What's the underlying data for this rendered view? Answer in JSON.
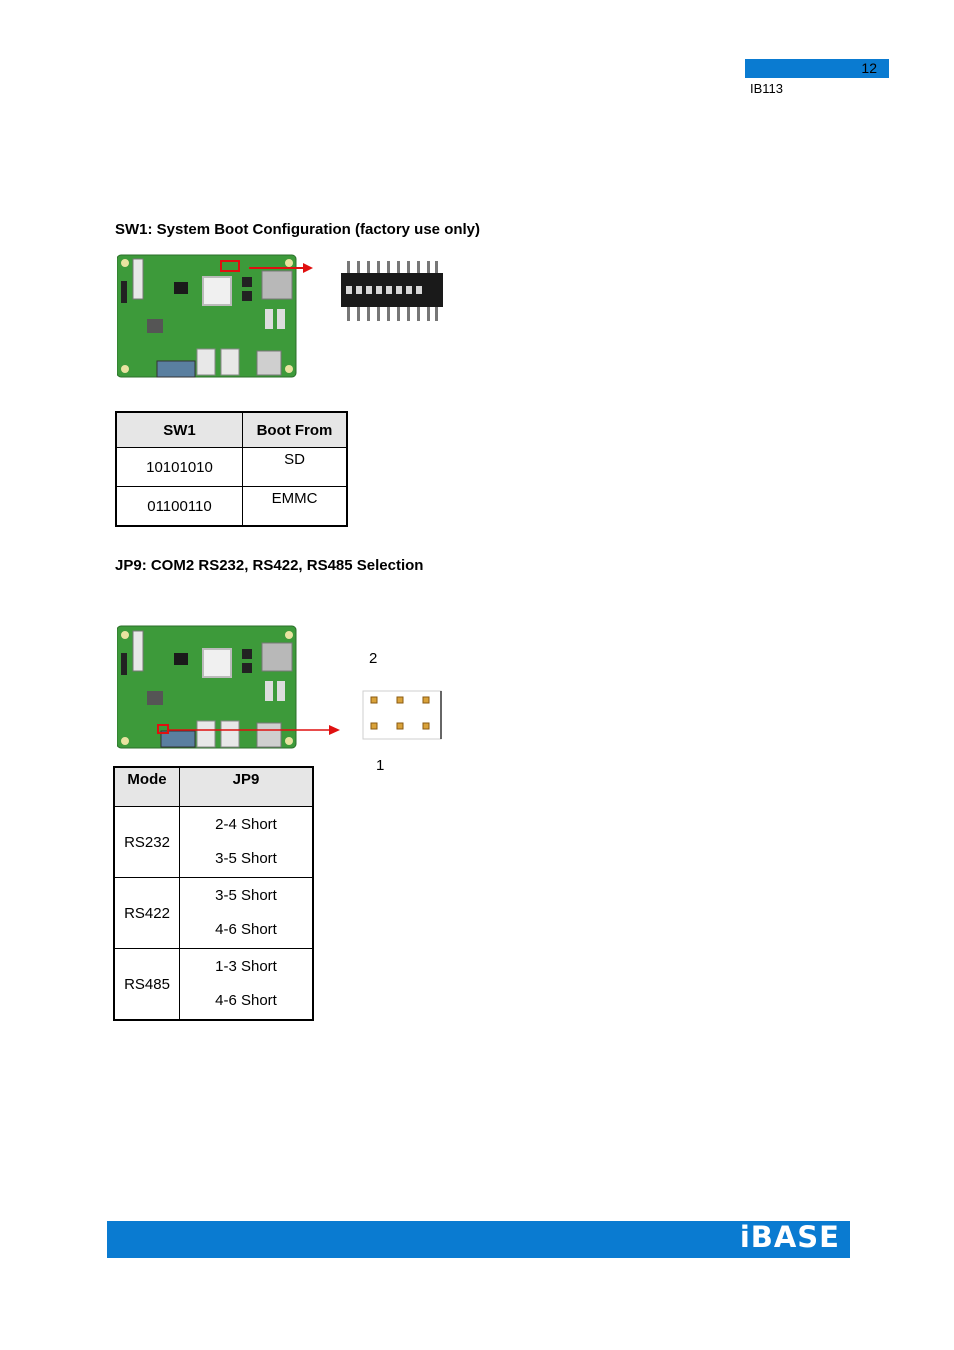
{
  "header": {
    "page_number": "12",
    "model": "IB113"
  },
  "sw1_section": {
    "heading": "SW1: System Boot Configuration (factory use only)",
    "table": {
      "columns": [
        "SW1",
        "Boot From"
      ],
      "rows": [
        {
          "sw1": "10101010",
          "boot": "SD"
        },
        {
          "sw1": "01100110",
          "boot": "EMMC"
        }
      ]
    }
  },
  "jp9_section": {
    "heading": "JP9: COM2 RS232, RS422, RS485 Selection",
    "pin_label_top": "2",
    "pin_label_bottom": "1",
    "table": {
      "columns": [
        "Mode",
        "JP9"
      ],
      "rows": [
        {
          "mode": "RS232",
          "settings": [
            "2-4 Short",
            "3-5 Short"
          ]
        },
        {
          "mode": "RS422",
          "settings": [
            "3-5 Short",
            "4-6 Short"
          ]
        },
        {
          "mode": "RS485",
          "settings": [
            "1-3 Short",
            "4-6 Short"
          ]
        }
      ]
    }
  },
  "footer": {
    "logo": "iBASE"
  },
  "colors": {
    "brand_blue": "#0a7bd1",
    "pcb_green": "#3d9a3a",
    "arrow_red": "#e01010"
  }
}
